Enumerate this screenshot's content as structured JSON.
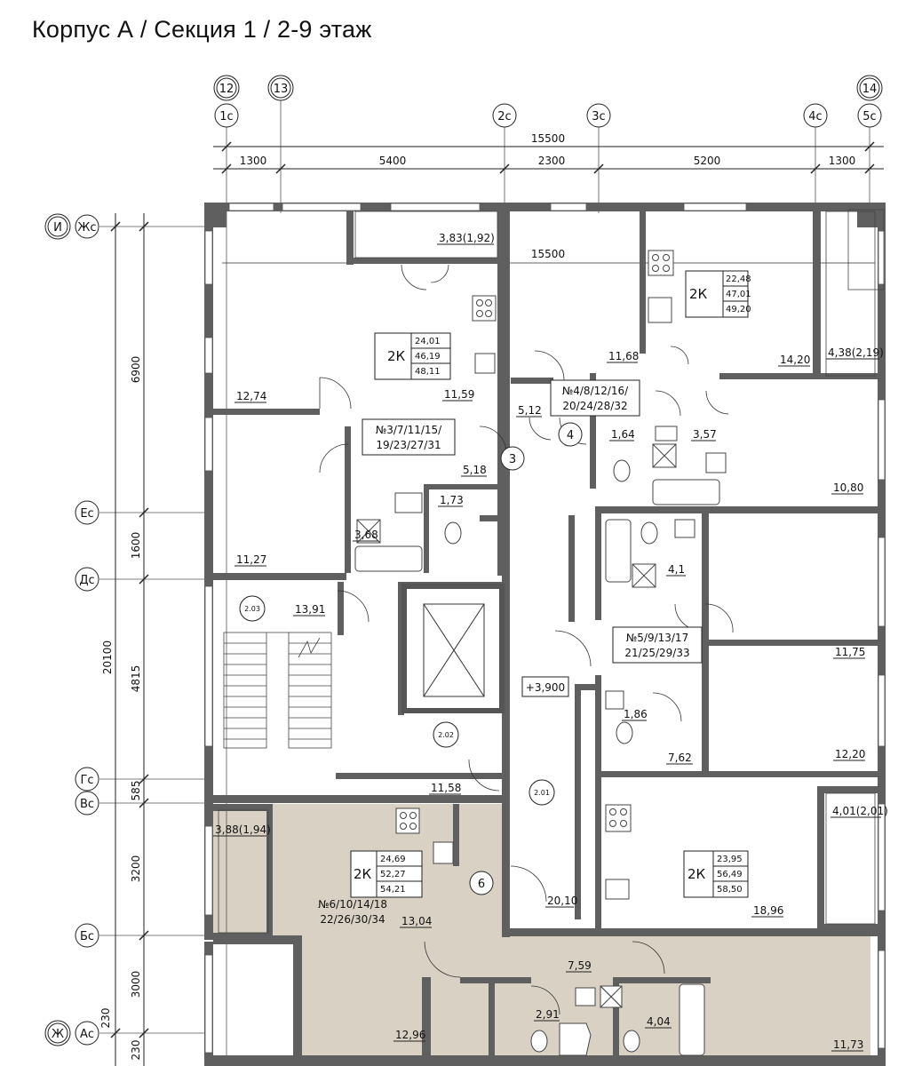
{
  "title": "Корпус А / Секция 1 / 2-9 этаж",
  "axes_top": {
    "circled": [
      "12",
      "13",
      "14"
    ],
    "letters": [
      "1с",
      "2с",
      "3с",
      "4с",
      "5с"
    ]
  },
  "dims_top": {
    "total": "15500",
    "segments": [
      "1300",
      "5400",
      "2300",
      "5200",
      "1300"
    ],
    "inner_total": "15500"
  },
  "axes_left": {
    "rows": [
      "Жс",
      "Ес",
      "Дс",
      "Гс",
      "Вс",
      "Бс",
      "Ас"
    ],
    "circled": [
      "И",
      "Ж"
    ]
  },
  "dims_left": {
    "total": "20100",
    "segments": [
      "6900",
      "1600",
      "4815",
      "585",
      "3200",
      "3000",
      "230",
      "230"
    ]
  },
  "apartments": [
    {
      "type": "2К",
      "areas": [
        "24,01",
        "46,19",
        "48,11"
      ]
    },
    {
      "type": "2К",
      "areas": [
        "22,48",
        "47,01",
        "49,20"
      ]
    },
    {
      "type": "2К",
      "areas": [
        "24,69",
        "52,27",
        "54,21"
      ]
    },
    {
      "type": "2К",
      "areas": [
        "23,95",
        "56,49",
        "58,50"
      ]
    }
  ],
  "apt_numbers": [
    {
      "line1": "№3/7/11/15/",
      "line2": "19/23/27/31"
    },
    {
      "line1": "№4/8/12/16/",
      "line2": "20/24/28/32"
    },
    {
      "line1": "№5/9/13/17",
      "line2": "21/25/29/33"
    },
    {
      "line1": "№6/10/14/18",
      "line2": "22/26/30/34"
    }
  ],
  "markers": [
    "3",
    "4",
    "6"
  ],
  "spaces": [
    "2.01",
    "2.02",
    "2.03"
  ],
  "level": "+3,900",
  "rooms": {
    "balcony_top": "3,83(1,92)",
    "r12_74": "12,74",
    "r11_59": "11,59",
    "r11_68": "11,68",
    "r14_20": "14,20",
    "balcony_right": "4,38(2,19)",
    "r5_12": "5,12",
    "r5_18": "5,18",
    "r1_64": "1,64",
    "r3_57": "3,57",
    "r1_73": "1,73",
    "r3_68": "3,68",
    "r10_80": "10,80",
    "r11_27": "11,27",
    "r4_1": "4,1",
    "r13_91": "13,91",
    "r11_75": "11,75",
    "r1_86": "1,86",
    "r7_62": "7,62",
    "r12_20": "12,20",
    "r11_58": "11,58",
    "balcony_left": "3,88(1,94)",
    "balcony_right2": "4,01(2,01)",
    "r13_04": "13,04",
    "r20_10": "20,10",
    "r18_96": "18,96",
    "r7_59": "7,59",
    "r2_91": "2,91",
    "r4_04": "4,04",
    "r12_96": "12,96",
    "r11_73": "11,73"
  }
}
